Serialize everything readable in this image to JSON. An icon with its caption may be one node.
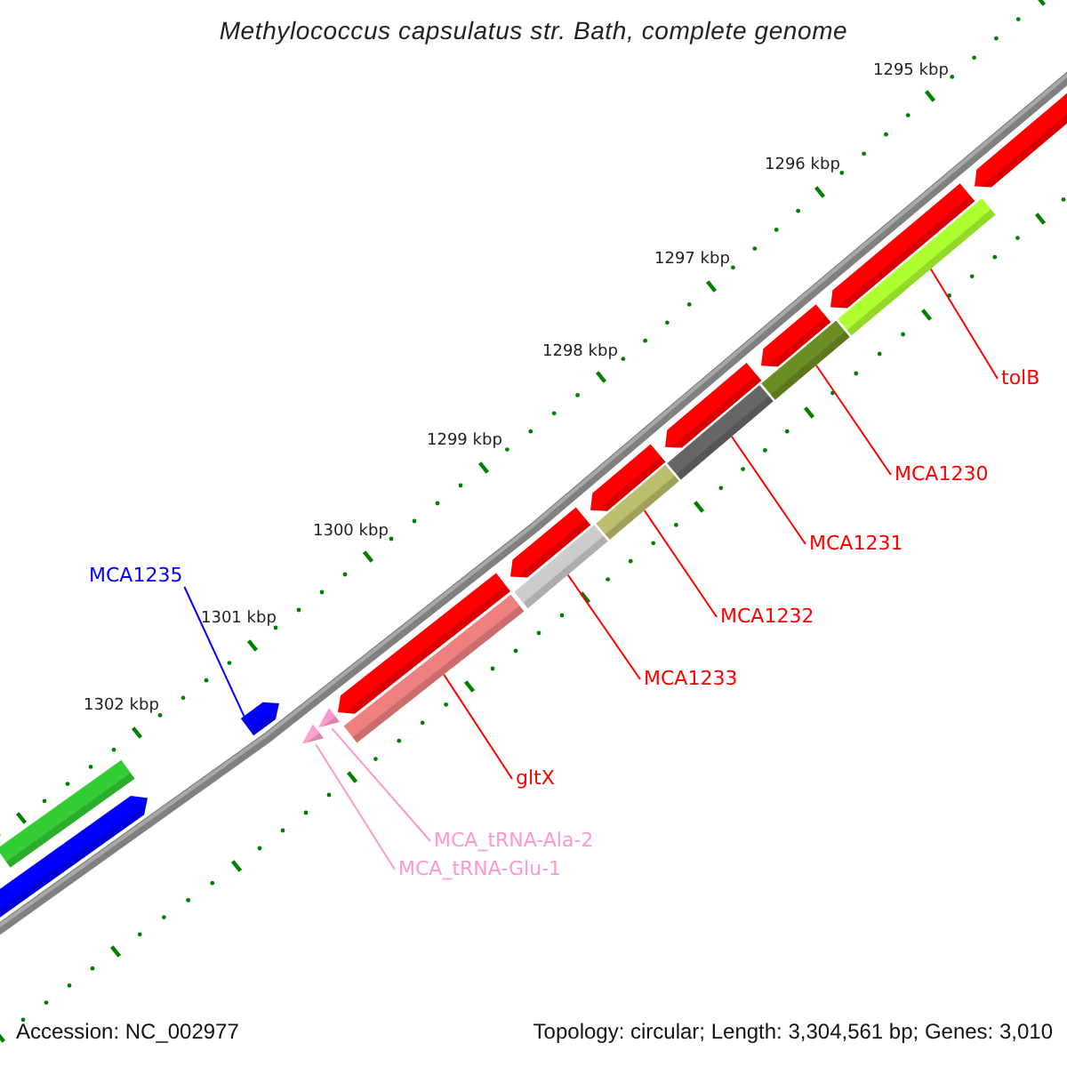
{
  "diagram": {
    "title": "Methylococcus capsulatus str. Bath, complete genome",
    "nodes": [
      {
        "text": [
          "tolB"
        ]
      },
      {
        "text": [
          "MCA1230"
        ]
      },
      {
        "text": [
          "MCA1231"
        ]
      },
      {
        "text": [
          "MCA1235"
        ]
      },
      {
        "text": [
          "MCA1232"
        ]
      },
      {
        "text": [
          "MCA1233"
        ]
      },
      {
        "text": [
          "gltX"
        ]
      },
      {
        "text": [
          "MCA_tRNA-Ala-2"
        ]
      },
      {
        "text": [
          "MCA_tRNA-Glu-1"
        ]
      },
      {
        "text": [],
        "shape": "bar"
      },
      {
        "text": [],
        "shape": "arrow"
      },
      {
        "text": [],
        "shape": "arrow"
      },
      {
        "text": [],
        "shape": "triangle"
      },
      {
        "text": [],
        "shape": "triangle"
      },
      {
        "text": [],
        "shape": "arrow"
      },
      {
        "text": [],
        "shape": "bar"
      },
      {
        "text": [],
        "shape": "arrow"
      },
      {
        "text": [],
        "shape": "bar"
      },
      {
        "text": [],
        "shape": "arrow"
      },
      {
        "text": [],
        "shape": "bar"
      },
      {
        "text": [],
        "shape": "arrow"
      },
      {
        "text": [],
        "shape": "bar"
      },
      {
        "text": [],
        "shape": "arrow"
      },
      {
        "text": [],
        "shape": "bar"
      },
      {
        "text": [],
        "shape": "arrow"
      },
      {
        "text": [],
        "shape": "bar"
      },
      {
        "text": [],
        "shape": "arrow"
      }
    ],
    "edges": [
      {
        "from": 0,
        "to": 25,
        "arrow": "none"
      },
      {
        "from": 1,
        "to": 23,
        "arrow": "none"
      },
      {
        "from": 2,
        "to": 21,
        "arrow": "none"
      },
      {
        "from": 3,
        "to": 11,
        "arrow": "none",
        "color": "#0000ff"
      },
      {
        "from": 4,
        "to": 19,
        "arrow": "none"
      },
      {
        "from": 5,
        "to": 17,
        "arrow": "none"
      },
      {
        "from": 6,
        "to": 15,
        "arrow": "none"
      },
      {
        "from": 7,
        "to": 13,
        "arrow": "none",
        "color": "#ff99cc"
      },
      {
        "from": 8,
        "to": 12,
        "arrow": "none",
        "color": "#ff99cc"
      }
    ],
    "labels": [
      "1295 kbp",
      "1296 kbp",
      "1297 kbp",
      "1298 kbp",
      "1299 kbp",
      "1300 kbp",
      "1301 kbp",
      "1302 kbp",
      "Accession: NC_002977",
      "Topology: circular; Length: 3,304,561 bp; Genes: 3,010"
    ]
  }
}
